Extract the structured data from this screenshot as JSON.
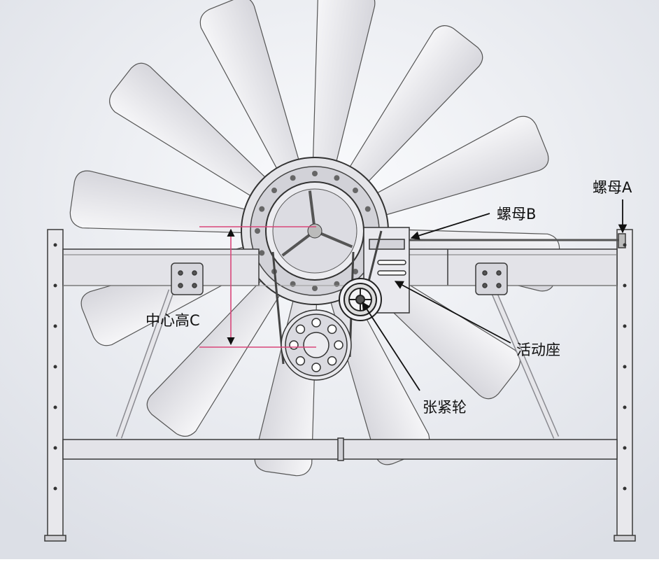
{
  "labels": {
    "nut_a": "螺母A",
    "nut_b": "螺母B",
    "center_height_c": "中心高C",
    "movable_seat": "活动座",
    "tensioner_wheel": "张紧轮"
  },
  "colors": {
    "background": "#e9ebf0",
    "blade": "#f1f1f4",
    "outline": "#3a3a3a",
    "dimension_line": "#d9467a",
    "annotation_arrow": "#111111"
  }
}
